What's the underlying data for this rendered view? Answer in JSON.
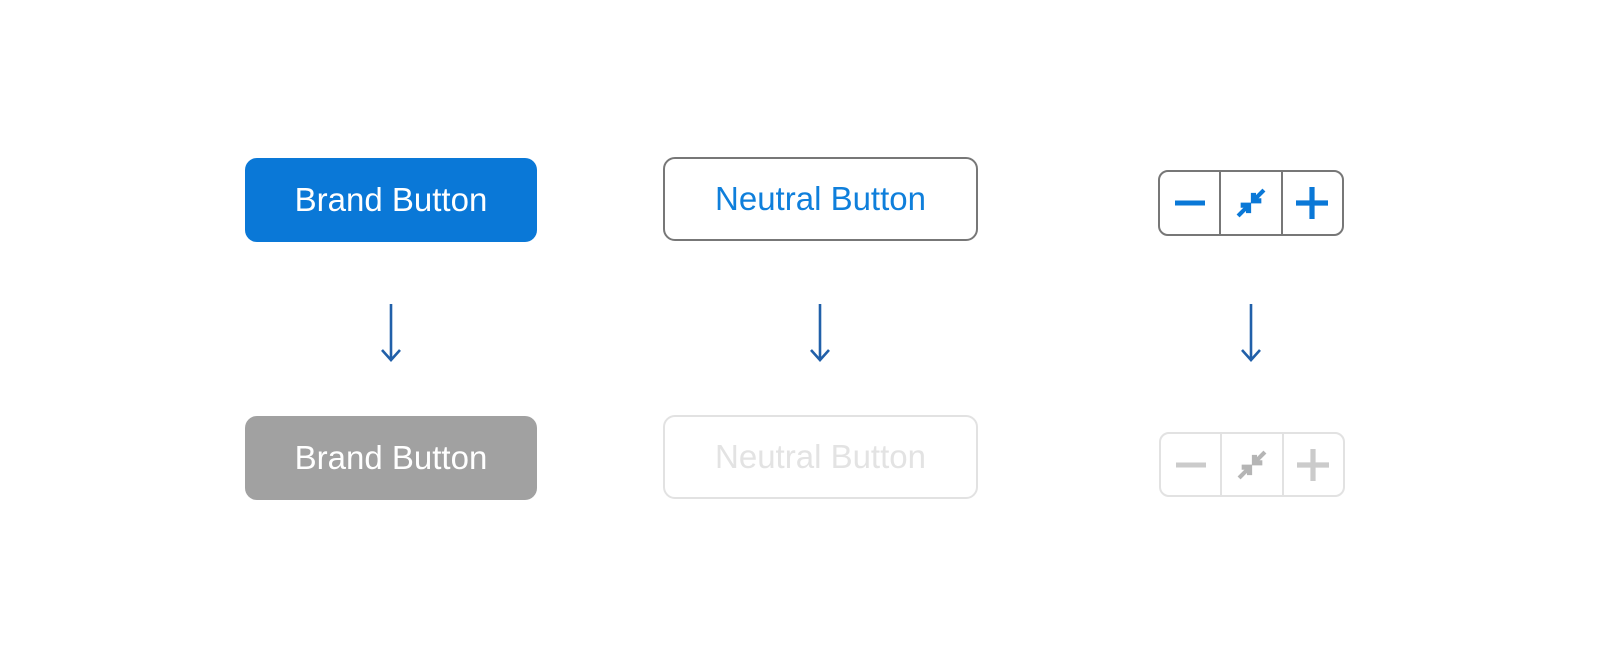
{
  "page": {
    "background": "#ffffff"
  },
  "colors": {
    "page_background": "#ffffff",
    "brand_blue": "#0a78d7",
    "neutral_text_blue": "#0f7fdb",
    "neutral_border": "#777777",
    "arrow_blue": "#2160a9",
    "disabled_fill": "#a1a1a1",
    "disabled_border": "#e2e2e2",
    "disabled_text": "#e3e3e3",
    "disabled_icon": "#cbcbcb",
    "disabled_icon_dark": "#b5b5b5"
  },
  "brand_column": {
    "enabled_label": "Brand Button",
    "disabled_label": "Brand Button"
  },
  "neutral_column": {
    "enabled_label": "Neutral Button",
    "disabled_label": "Neutral Button"
  },
  "stepper_column": {
    "segments": [
      {
        "icon": "minus-icon",
        "action": "decrement"
      },
      {
        "icon": "contract-arrows-icon",
        "action": "contract"
      },
      {
        "icon": "plus-icon",
        "action": "increment"
      }
    ]
  },
  "connector": {
    "icon": "down-arrow-icon",
    "meaning": "enabled state to disabled state"
  }
}
